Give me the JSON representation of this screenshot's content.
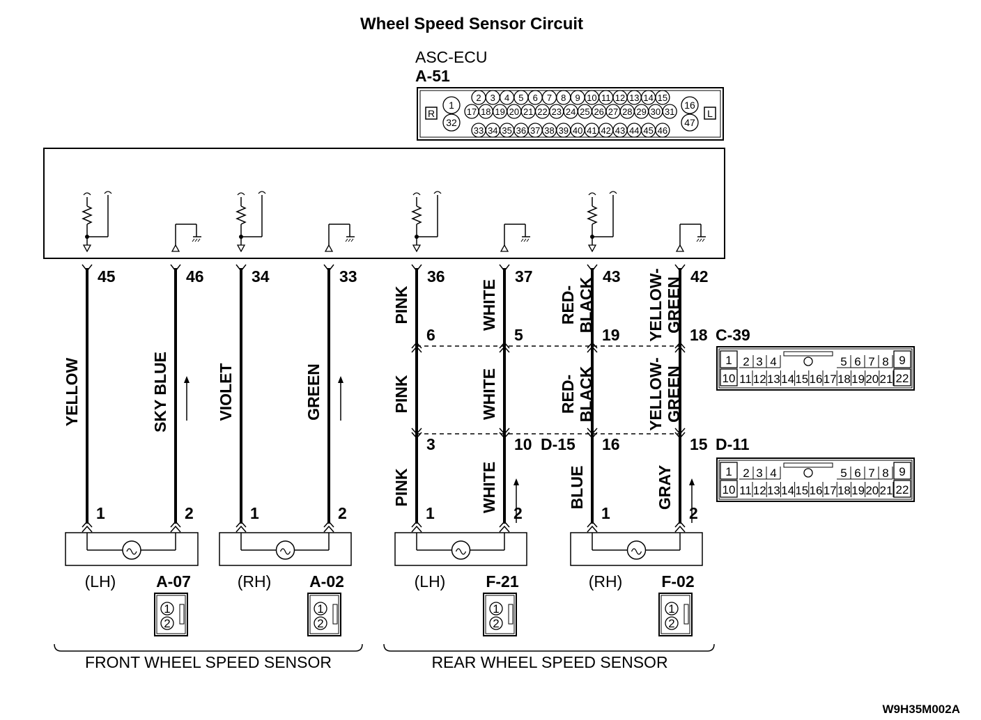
{
  "title": "Wheel Speed Sensor Circuit",
  "ecu": {
    "name": "ASC-ECU",
    "code": "A-51",
    "side_left": "R",
    "side_right": "L",
    "pins_row1": [
      "2",
      "3",
      "4",
      "5",
      "6",
      "7",
      "8",
      "9",
      "10",
      "11",
      "12",
      "13",
      "14",
      "15"
    ],
    "pins_row2": [
      "17",
      "18",
      "19",
      "20",
      "21",
      "22",
      "23",
      "24",
      "25",
      "26",
      "27",
      "28",
      "29",
      "30",
      "31"
    ],
    "pins_row3": [
      "33",
      "34",
      "35",
      "36",
      "37",
      "38",
      "39",
      "40",
      "41",
      "42",
      "43",
      "44",
      "45",
      "46"
    ],
    "pins_left": [
      "1",
      "32"
    ],
    "pins_right": [
      "16",
      "47"
    ]
  },
  "wires": [
    {
      "ecu_pin": "45",
      "color1": "YELLOW",
      "sensor_pin": "1"
    },
    {
      "ecu_pin": "46",
      "color1": "SKY BLUE",
      "sensor_pin": "2"
    },
    {
      "ecu_pin": "34",
      "color1": "VIOLET",
      "sensor_pin": "1"
    },
    {
      "ecu_pin": "33",
      "color1": "GREEN",
      "sensor_pin": "2"
    },
    {
      "ecu_pin": "36",
      "color1": "PINK",
      "c39_pin": "6",
      "color2": "PINK",
      "d_pin": "3",
      "color3": "PINK",
      "sensor_pin": "1"
    },
    {
      "ecu_pin": "37",
      "color1": "WHITE",
      "c39_pin": "5",
      "color2": "WHITE",
      "d_pin": "10",
      "color3": "WHITE",
      "sensor_pin": "2"
    },
    {
      "ecu_pin": "43",
      "color1": "RED-\nBLACK",
      "c39_pin": "19",
      "color2": "RED-\nBLACK",
      "d_pin": "16",
      "color3": "BLUE",
      "sensor_pin": "1"
    },
    {
      "ecu_pin": "42",
      "color1": "YELLOW-\nGREEN",
      "c39_pin": "18",
      "color2": "YELLOW-\nGREEN",
      "d_pin": "15",
      "color3": "GRAY",
      "sensor_pin": "2"
    }
  ],
  "intermediate_connectors": [
    {
      "code": "C-39"
    },
    {
      "code": "D-11"
    },
    {
      "code": "D-15"
    }
  ],
  "ic_pins_top": [
    "2",
    "3",
    "4",
    "5",
    "6",
    "7",
    "8"
  ],
  "ic_pins_bottom": [
    "11",
    "12",
    "13",
    "14",
    "15",
    "16",
    "17",
    "18",
    "19",
    "20",
    "21"
  ],
  "ic_pins_ends": [
    "1",
    "10",
    "9",
    "22"
  ],
  "sensors": [
    {
      "side": "(LH)",
      "code": "A-07"
    },
    {
      "side": "(RH)",
      "code": "A-02"
    },
    {
      "side": "(LH)",
      "code": "F-21"
    },
    {
      "side": "(RH)",
      "code": "F-02"
    }
  ],
  "sensor_pins": [
    "1",
    "2"
  ],
  "groups": [
    {
      "label": "FRONT WHEEL SPEED SENSOR"
    },
    {
      "label": "REAR WHEEL SPEED SENSOR"
    }
  ],
  "figure_id": "W9H35M002A"
}
